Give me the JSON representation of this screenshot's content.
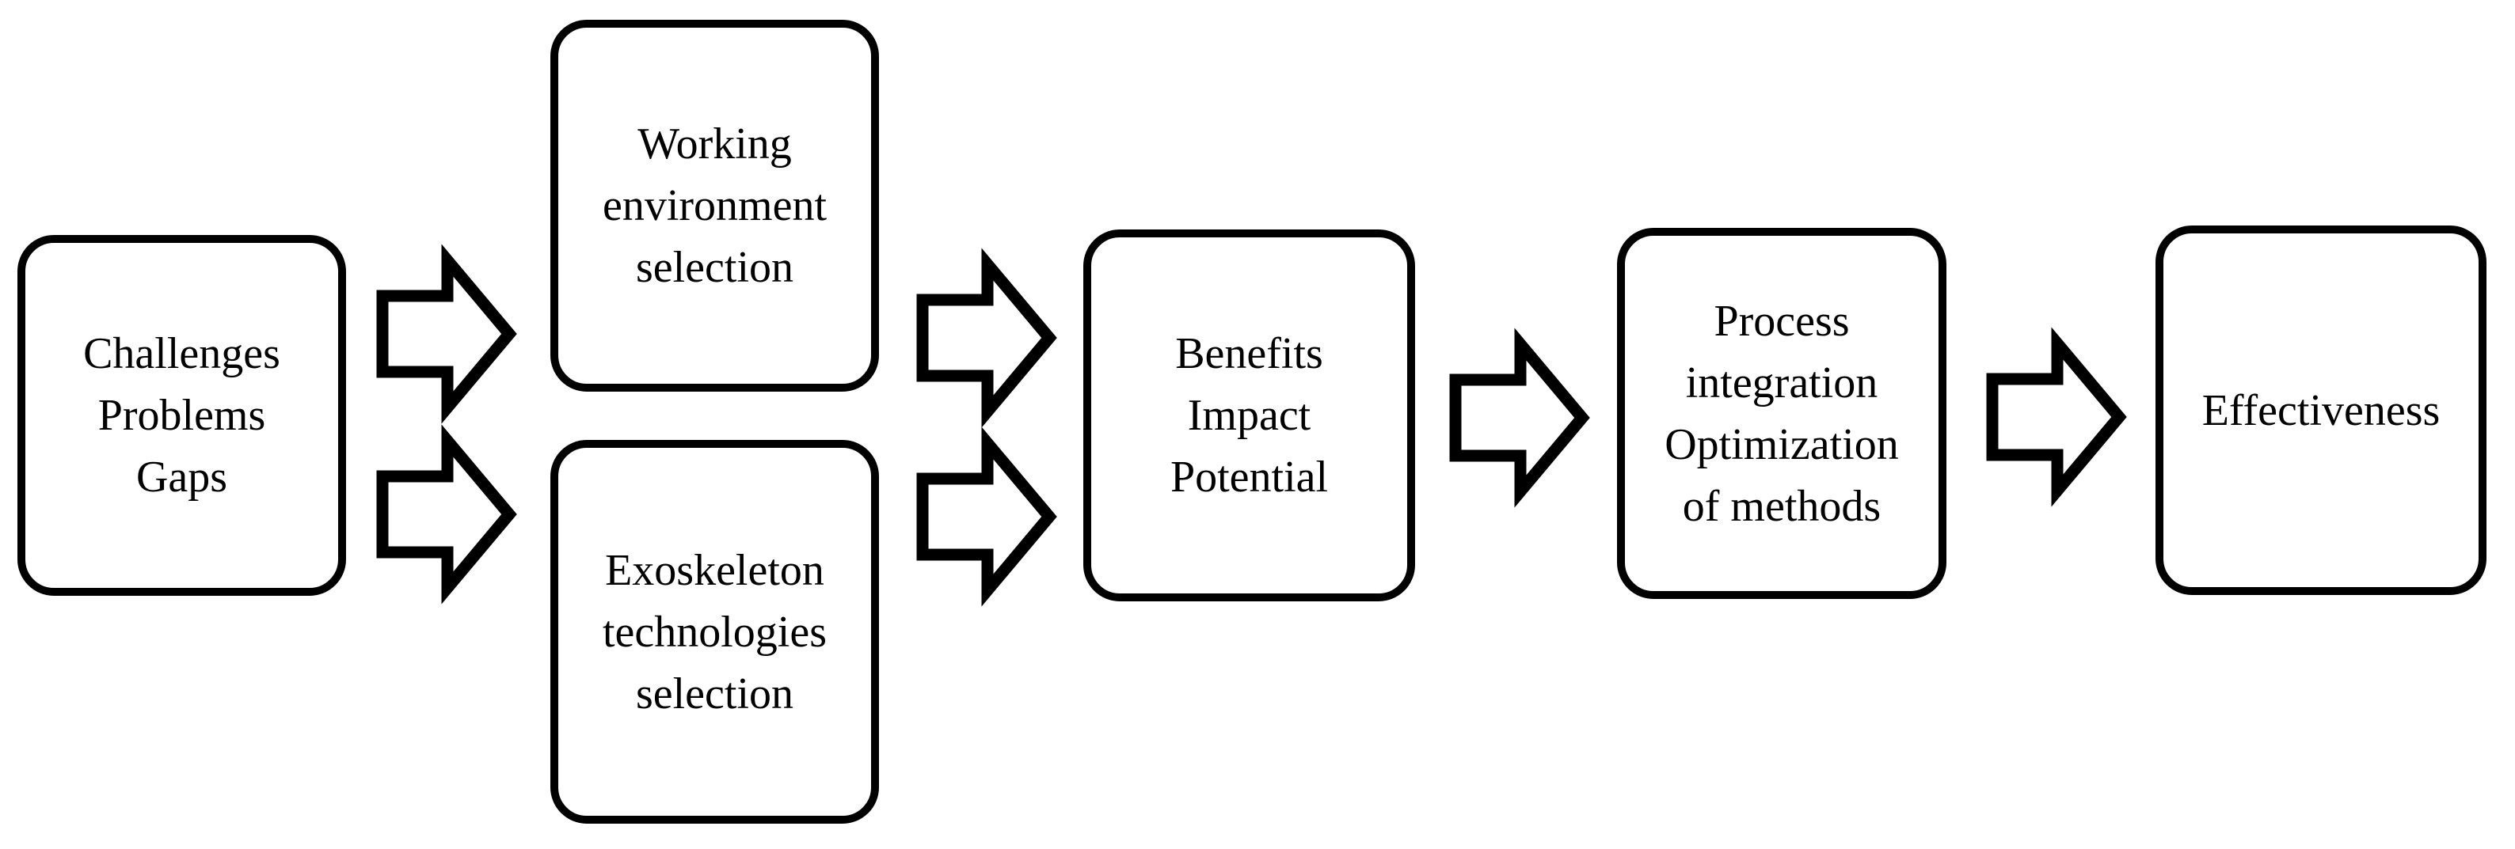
{
  "diagram": {
    "background_color": "#ffffff",
    "stroke_color": "#000000",
    "nodes": [
      {
        "id": "challenges",
        "label_lines": [
          "Challenges",
          "Problems",
          "Gaps"
        ]
      },
      {
        "id": "working-environment",
        "label_lines": [
          "Working",
          "environment",
          "selection"
        ]
      },
      {
        "id": "exoskeleton-technologies",
        "label_lines": [
          "Exoskeleton",
          "technologies",
          "selection"
        ]
      },
      {
        "id": "benefits-impact-potential",
        "label_lines": [
          "Benefits",
          "Impact",
          "Potential"
        ]
      },
      {
        "id": "process-integration",
        "label_lines": [
          "Process",
          "integration",
          "Optimization",
          "of methods"
        ]
      },
      {
        "id": "effectiveness",
        "label_lines": [
          "Effectiveness"
        ]
      }
    ],
    "connections": [
      {
        "from": "challenges",
        "to": "working-environment"
      },
      {
        "from": "challenges",
        "to": "exoskeleton-technologies"
      },
      {
        "from": "working-environment",
        "to": "benefits-impact-potential"
      },
      {
        "from": "exoskeleton-technologies",
        "to": "benefits-impact-potential"
      },
      {
        "from": "benefits-impact-potential",
        "to": "process-integration"
      },
      {
        "from": "process-integration",
        "to": "effectiveness"
      }
    ]
  }
}
